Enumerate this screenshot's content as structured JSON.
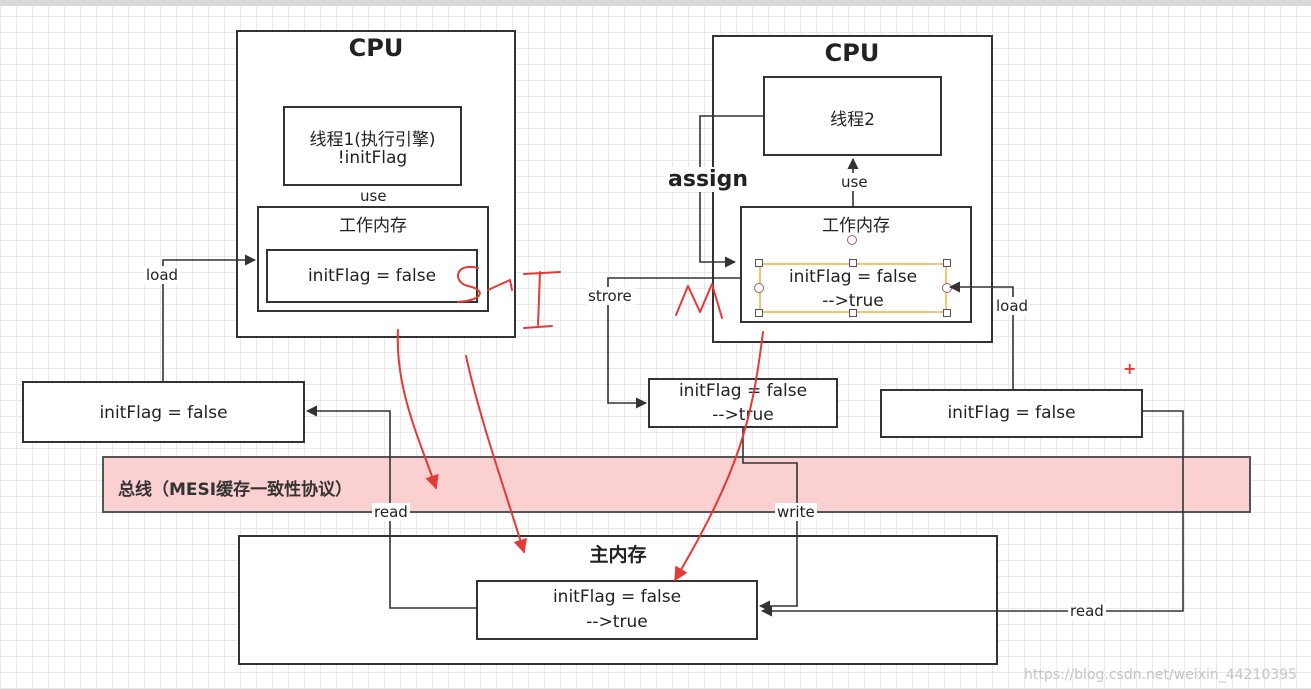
{
  "cpu_left": {
    "title": "CPU",
    "thread_line1": "线程1(执行引擎)",
    "thread_line2": "!initFlag",
    "use_label": "use",
    "work_memory_title": "工作内存",
    "var_text": "initFlag = false"
  },
  "cpu_right": {
    "title": "CPU",
    "thread_text": "线程2",
    "use_label": "use",
    "work_memory_title": "工作内存",
    "var_line1": "initFlag = false",
    "var_line2": "-->true"
  },
  "left_cache": {
    "text": "initFlag = false"
  },
  "middle_cache": {
    "line1": "initFlag = false",
    "line2": "-->true"
  },
  "right_cache": {
    "text": "initFlag = false"
  },
  "bus": {
    "label": "总线（MESI缓存一致性协议）"
  },
  "main_memory": {
    "title": "主内存",
    "line1": "initFlag = false",
    "line2": "-->true"
  },
  "edge_labels": {
    "load_left": "load",
    "read_left": "read",
    "assign": "assign",
    "strore": "strore",
    "write": "write",
    "load_right": "load",
    "read_right": "read"
  },
  "handwriting": {
    "s_mark": "S",
    "i_mark": "I",
    "m_mark": "M"
  },
  "plus_mark": "+",
  "watermark": "https://blog.csdn.net/weixin_44210395",
  "colors": {
    "bus_fill": "#fbd0d0",
    "ink": "#e53935",
    "selection": "#f0c674"
  }
}
